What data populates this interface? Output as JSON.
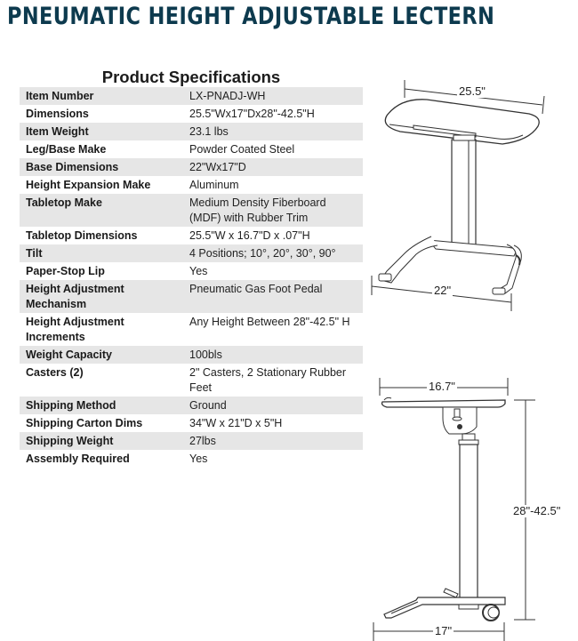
{
  "title": "Pneumatic Height Adjustable Lectern",
  "specifications": {
    "heading": "Product Specifications",
    "rows": [
      {
        "label": "Item Number",
        "value": "LX-PNADJ-WH"
      },
      {
        "label": "Dimensions",
        "value": "25.5\"Wx17\"Dx28\"-42.5\"H"
      },
      {
        "label": "Item Weight",
        "value": "23.1 lbs"
      },
      {
        "label": "Leg/Base Make",
        "value": "Powder Coated Steel"
      },
      {
        "label": "Base Dimensions",
        "value": "22\"Wx17\"D"
      },
      {
        "label": "Height Expansion Make",
        "value": "Aluminum"
      },
      {
        "label": "Tabletop Make",
        "value": "Medium Density Fiberboard (MDF) with Rubber Trim"
      },
      {
        "label": "Tabletop Dimensions",
        "value": "25.5\"W x 16.7\"D x .07\"H"
      },
      {
        "label": "Tilt",
        "value": "4 Positions; 10°, 20°, 30°, 90°"
      },
      {
        "label": "Paper-Stop Lip",
        "value": "Yes"
      },
      {
        "label": "Height Adjustment Mechanism",
        "value": "Pneumatic Gas Foot Pedal"
      },
      {
        "label": "Height Adjustment Increments",
        "value": "Any Height Between 28\"-42.5\" H"
      },
      {
        "label": "Weight Capacity",
        "value": "100bls"
      },
      {
        "label": "Casters (2)",
        "value": "2\" Casters, 2 Stationary Rubber Feet"
      },
      {
        "label": "Shipping Method",
        "value": "Ground"
      },
      {
        "label": "Shipping Carton Dims",
        "value": "34\"W x 21\"D x 5\"H"
      },
      {
        "label": "Shipping Weight",
        "value": "27lbs"
      },
      {
        "label": "Assembly Required",
        "value": "Yes"
      }
    ]
  },
  "drawings": {
    "perspective": {
      "width_label": "25.5\"",
      "base_label": "22\""
    },
    "side": {
      "depth_label": "16.7\"",
      "height_label": "28\"-42.5\"",
      "base_label": "17\""
    }
  },
  "colors": {
    "title": "#0d3a4e",
    "row_stripe": "#e6e6e6"
  }
}
